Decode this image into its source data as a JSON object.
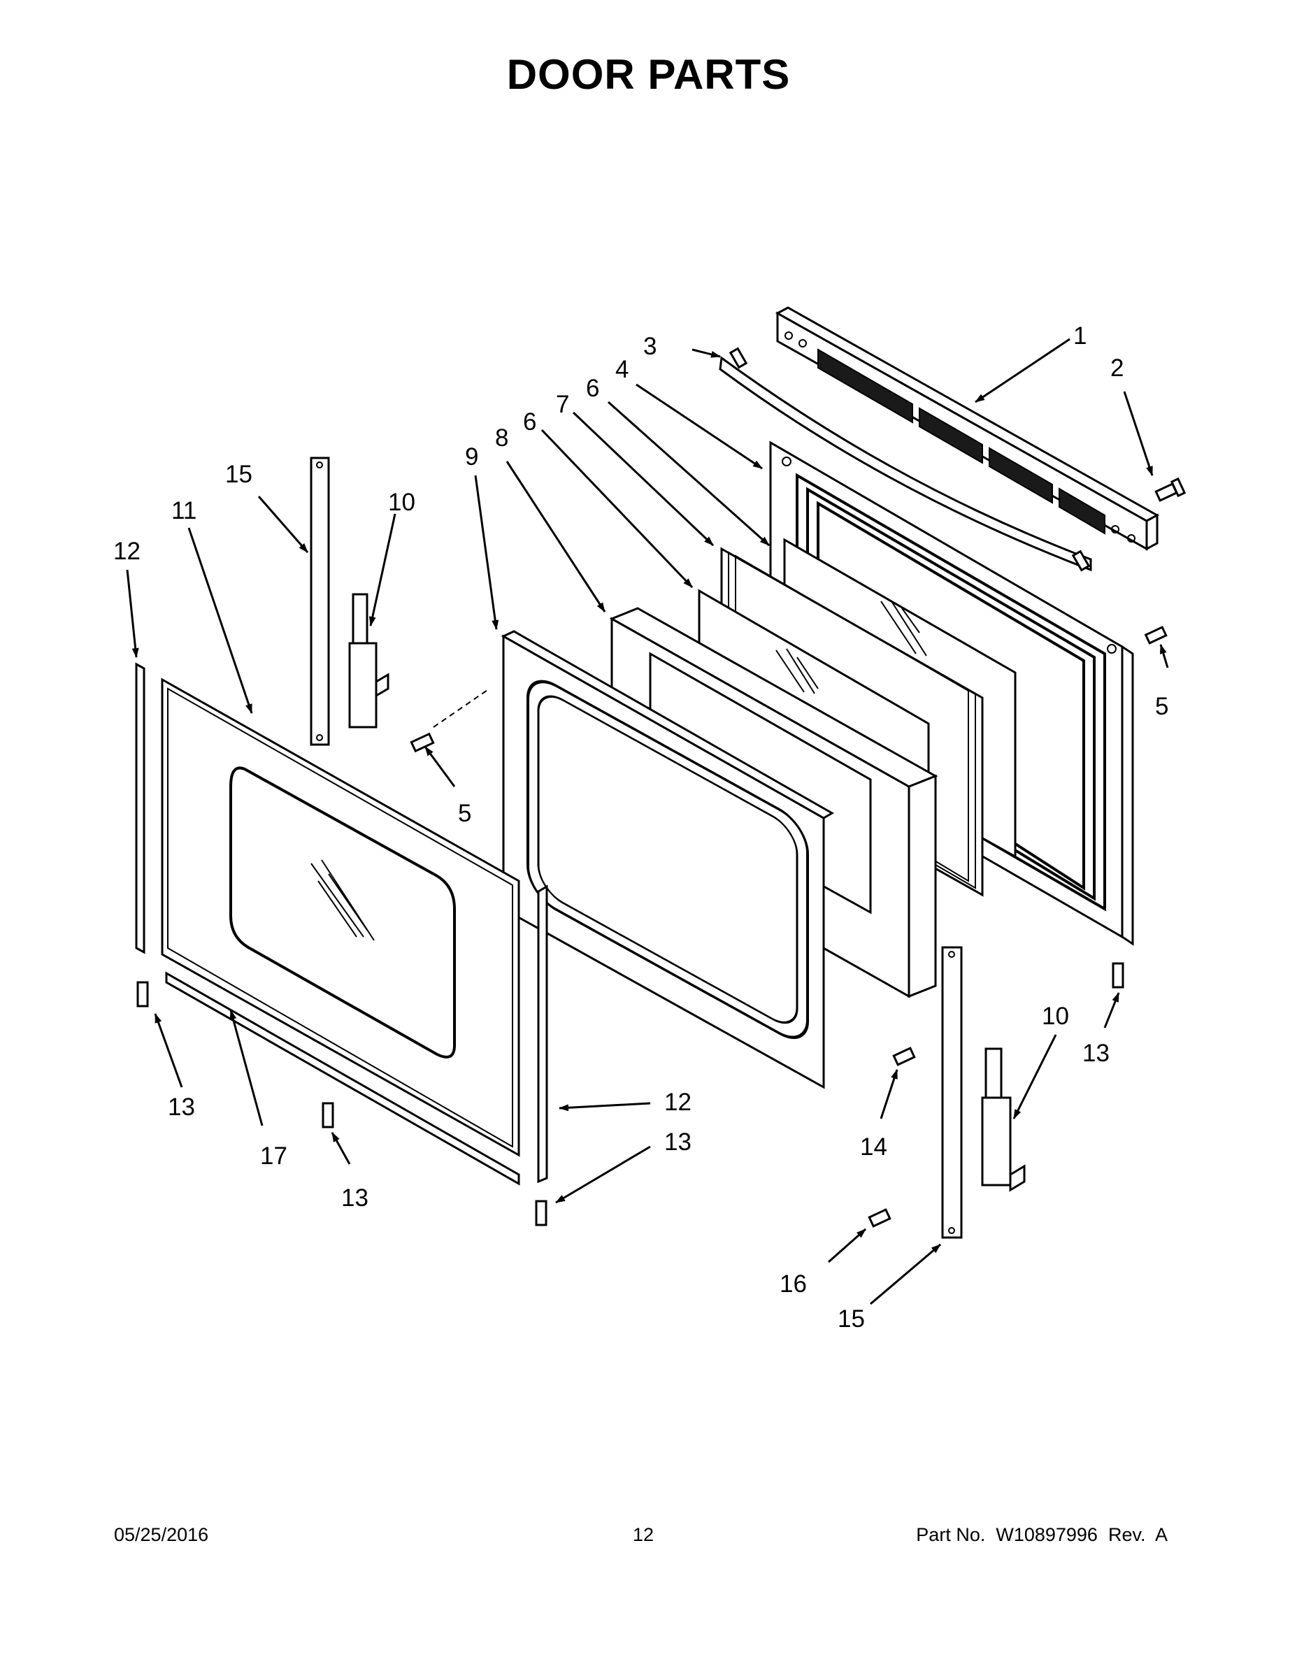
{
  "title": "DOOR PARTS",
  "callouts": {
    "c1": "1",
    "c2": "2",
    "c3": "3",
    "c4": "4",
    "c5a": "5",
    "c5b": "5",
    "c6a": "6",
    "c6b": "6",
    "c7": "7",
    "c8": "8",
    "c9": "9",
    "c10a": "10",
    "c10b": "10",
    "c11": "11",
    "c12a": "12",
    "c12b": "12",
    "c13a": "13",
    "c13b": "13",
    "c13c": "13",
    "c13d": "13",
    "c14": "14",
    "c15a": "15",
    "c15b": "15",
    "c16": "16",
    "c17": "17"
  },
  "footer": {
    "date": "05/25/2016",
    "page": "12",
    "part": "Part No.  W10897996  Rev.  A"
  }
}
